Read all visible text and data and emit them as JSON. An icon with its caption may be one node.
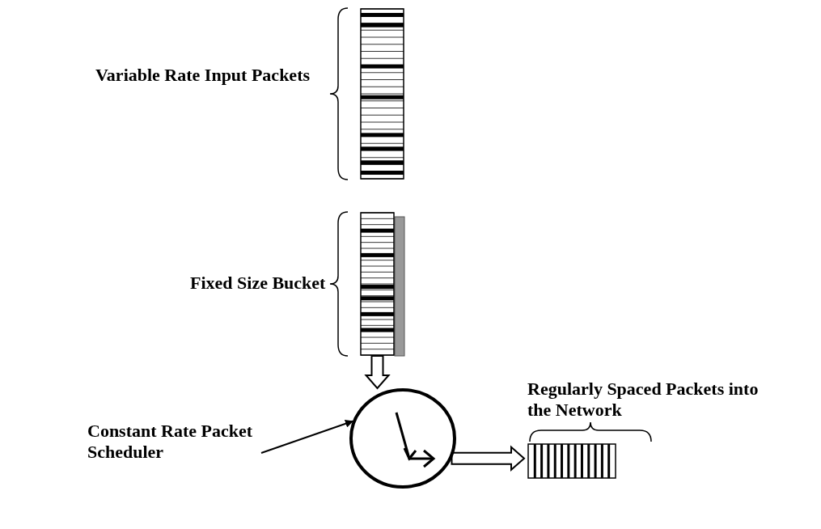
{
  "diagram": {
    "nodes": [
      {
        "text": [],
        "shape": "bar",
        "beside": [
          "Variable Rate Input Packets"
        ]
      },
      {
        "text": [],
        "shape": "bar",
        "beside": [
          "Fixed Size Bucket"
        ]
      },
      {
        "text": [],
        "shape": "circle"
      },
      {
        "text": [
          "Constant Rate Packet Scheduler"
        ]
      },
      {
        "text": [],
        "shape": "bar",
        "beside": [
          "Regularly Spaced Packets into the Network"
        ]
      }
    ],
    "edges": [
      {
        "from": 1,
        "to": 2,
        "arrow": "to"
      },
      {
        "from": 2,
        "to": 4,
        "arrow": "to"
      },
      {
        "from": 3,
        "to": 2,
        "arrow": "to"
      }
    ]
  }
}
